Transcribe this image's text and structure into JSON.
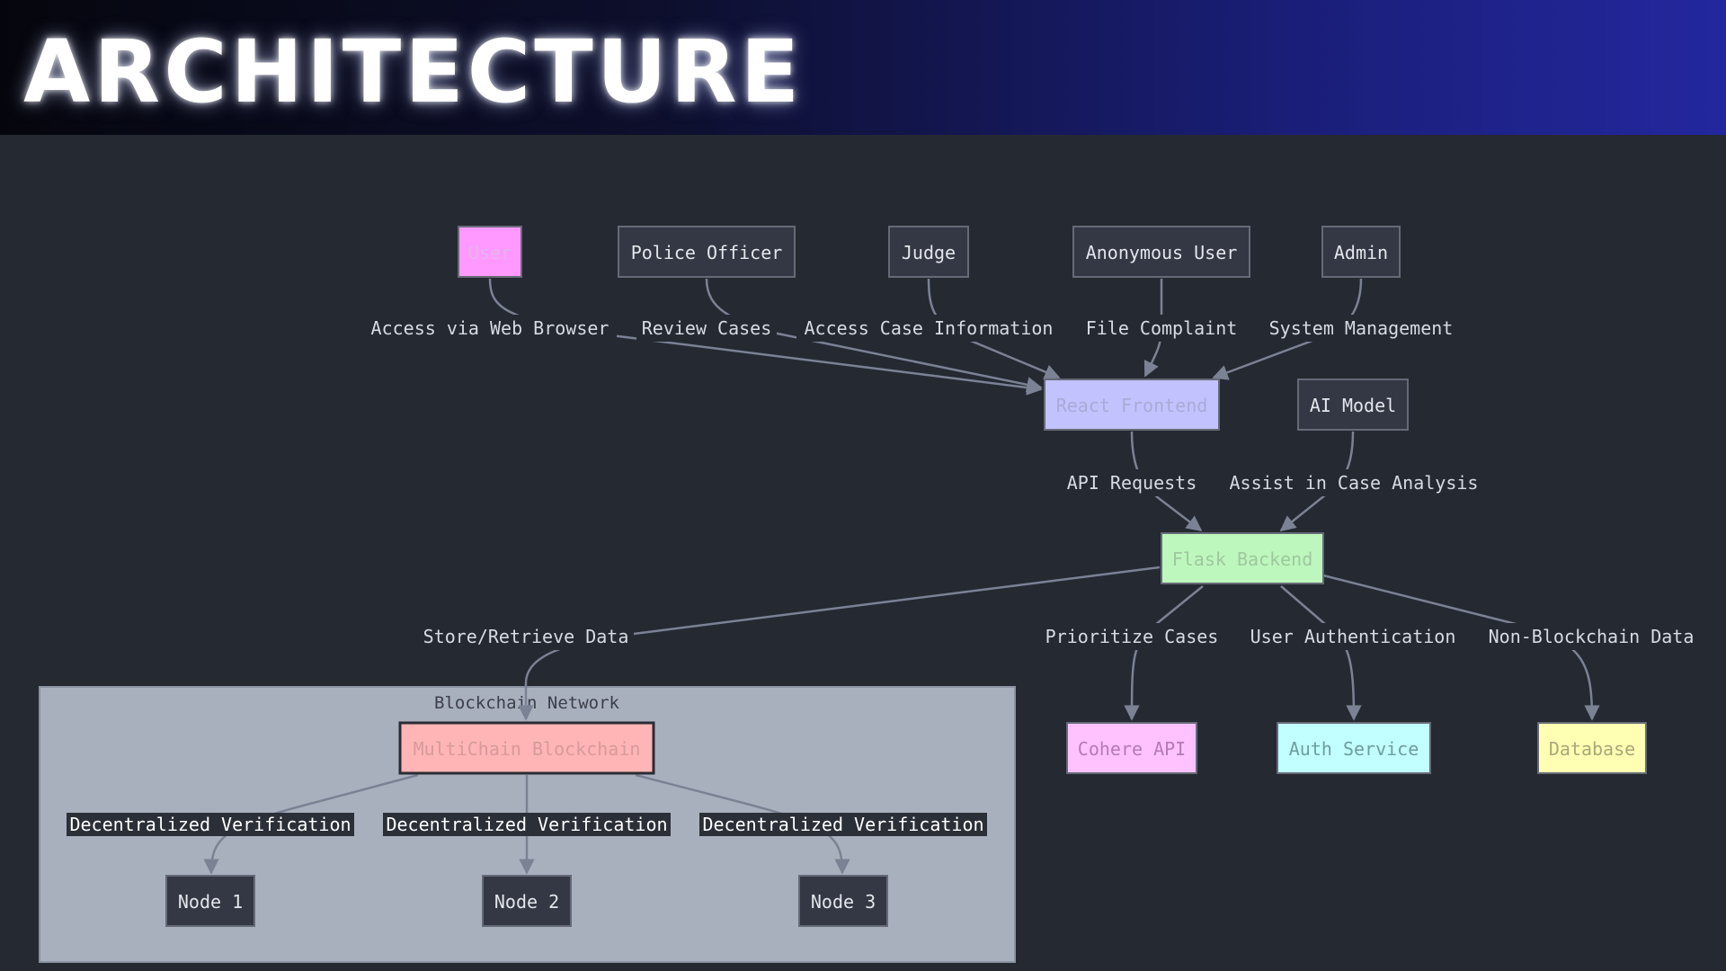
{
  "header": {
    "title": "ARCHITECTURE",
    "colors": {
      "left": "#05060d",
      "right": "#23279e"
    }
  },
  "diagram": {
    "background": "#252932",
    "edge_color": "#7b8294",
    "label_color": "#d7dbe2",
    "cluster": {
      "label": "Blockchain Network",
      "fill": "#a9b0bd"
    },
    "nodes": {
      "user": {
        "label": "User",
        "fill": "#ff99ff",
        "text": "#e7b3ec"
      },
      "police": {
        "label": "Police Officer",
        "fill": "#333844",
        "text": "#e3e6eb"
      },
      "judge": {
        "label": "Judge",
        "fill": "#333844",
        "text": "#e3e6eb"
      },
      "anon": {
        "label": "Anonymous User",
        "fill": "#333844",
        "text": "#e3e6eb"
      },
      "admin": {
        "label": "Admin",
        "fill": "#333844",
        "text": "#e3e6eb"
      },
      "react": {
        "label": "React Frontend",
        "fill": "#c2c2ff",
        "text": "#aaaad8"
      },
      "ai": {
        "label": "AI Model",
        "fill": "#333844",
        "text": "#e3e6eb"
      },
      "flask": {
        "label": "Flask Backend",
        "fill": "#bdf7bd",
        "text": "#9fc79f"
      },
      "cohere": {
        "label": "Cohere API",
        "fill": "#ffc2ff",
        "text": "#b57bb5"
      },
      "auth": {
        "label": "Auth Service",
        "fill": "#c2ffff",
        "text": "#6e9e9e"
      },
      "database": {
        "label": "Database",
        "fill": "#ffffb3",
        "text": "#a8a878"
      },
      "multichain": {
        "label": "MultiChain Blockchain",
        "fill": "#ffb5b5",
        "text": "#d79a9a"
      },
      "node1": {
        "label": "Node 1",
        "fill": "#333844",
        "text": "#e3e6eb"
      },
      "node2": {
        "label": "Node 2",
        "fill": "#333844",
        "text": "#e3e6eb"
      },
      "node3": {
        "label": "Node 3",
        "fill": "#333844",
        "text": "#e3e6eb"
      }
    },
    "edge_labels": {
      "user_react": "Access via Web Browser",
      "police_react": "Review Cases",
      "judge_react": "Access Case Information",
      "anon_react": "File Complaint",
      "admin_react": "System Management",
      "react_flask": "API Requests",
      "ai_flask": "Assist in Case Analysis",
      "flask_chain": "Store/Retrieve Data",
      "flask_cohere": "Prioritize Cases",
      "flask_auth": "User Authentication",
      "flask_db": "Non-Blockchain Data",
      "chain_node1": "Decentralized Verification",
      "chain_node2": "Decentralized Verification",
      "chain_node3": "Decentralized Verification"
    }
  }
}
